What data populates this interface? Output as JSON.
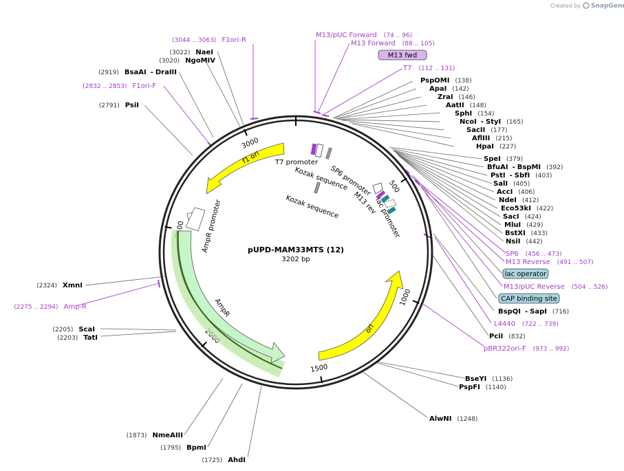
{
  "credit": {
    "prefix": "Created by",
    "brand": "SnapGene"
  },
  "plasmid": {
    "name": "pUPD-MAM33MTS (12)",
    "size_label": "3202 bp",
    "length": 3202
  },
  "ticks": [
    "500",
    "1000",
    "1500",
    "2000",
    "2500",
    "3000"
  ],
  "enzymes": [
    {
      "name": "PspOMI",
      "coord": "(138)"
    },
    {
      "name": "ApaI",
      "coord": "(142)"
    },
    {
      "name": "ZraI",
      "coord": "(146)"
    },
    {
      "name": "AatII",
      "coord": "(148)"
    },
    {
      "name": "SphI",
      "coord": "(154)"
    },
    {
      "name": "NcoI",
      "sep": "-",
      "name2": "StyI",
      "coord": "(165)"
    },
    {
      "name": "SacII",
      "coord": "(177)"
    },
    {
      "name": "AflIII",
      "coord": "(215)"
    },
    {
      "name": "HpaI",
      "coord": "(227)"
    },
    {
      "name": "SpeI",
      "coord": "(379)"
    },
    {
      "name": "BfuAI",
      "sep": "-",
      "name2": "BspMI",
      "coord": "(392)"
    },
    {
      "name": "PstI",
      "sep": "-",
      "name2": "SbfI",
      "coord": "(403)"
    },
    {
      "name": "SalI",
      "coord": "(405)"
    },
    {
      "name": "AccI",
      "coord": "(406)"
    },
    {
      "name": "NdeI",
      "coord": "(412)"
    },
    {
      "name": "Eco53kI",
      "coord": "(422)"
    },
    {
      "name": "SacI",
      "coord": "(424)"
    },
    {
      "name": "MluI",
      "coord": "(429)"
    },
    {
      "name": "BstXI",
      "coord": "(433)"
    },
    {
      "name": "NsiI",
      "coord": "(442)"
    },
    {
      "name": "BspQI",
      "sep": "-",
      "name2": "SapI",
      "coord": "(716)"
    },
    {
      "name": "PciI",
      "coord": "(832)"
    },
    {
      "name": "BseYI",
      "coord": "(1136)"
    },
    {
      "name": "PspFI",
      "coord": "(1140)"
    },
    {
      "name": "AlwNI",
      "coord": "(1248)"
    },
    {
      "name": "AhdI",
      "coord": "(1725)"
    },
    {
      "name": "BpmI",
      "coord": "(1795)"
    },
    {
      "name": "NmeAIII",
      "coord": "(1873)"
    },
    {
      "name": "TatI",
      "coord": "(2203)"
    },
    {
      "name": "ScaI",
      "coord": "(2205)"
    },
    {
      "name": "XmnI",
      "coord": "(2324)"
    },
    {
      "name": "PsiI",
      "coord": "(2791)"
    },
    {
      "name": "BsaAI",
      "sep": "-",
      "name2": "DraIII",
      "coord": "(2919)"
    },
    {
      "name": "NgoMIV",
      "coord": "(3020)"
    },
    {
      "name": "NaeI",
      "coord": "(3022)"
    }
  ],
  "primers": [
    {
      "name": "M13/pUC Forward",
      "coord": "(74 .. 96)"
    },
    {
      "name": "M13 Forward",
      "coord": "(88 .. 105)"
    },
    {
      "name": "T7",
      "coord": "(112 .. 131)"
    },
    {
      "name": "SP6",
      "coord": "(456 .. 473)"
    },
    {
      "name": "M13 Reverse",
      "coord": "(491 .. 507)"
    },
    {
      "name": "M13/pUC Reverse",
      "coord": "(504 .. 526)"
    },
    {
      "name": "L4440",
      "coord": "(722 .. 739)"
    },
    {
      "name": "pBR322ori-F",
      "coord": "(973 .. 992)"
    },
    {
      "name": "Amp-R",
      "coord": "(2275 .. 2294)"
    },
    {
      "name": "F1ori-F",
      "coord": "(2832 .. 2853)"
    },
    {
      "name": "F1ori-R",
      "coord": "(3044 .. 3063)"
    }
  ],
  "boxed_labels": [
    {
      "name": "M13 fwd",
      "color": "#dcb4ec"
    },
    {
      "name": "lac operator",
      "color": "#a9d4e0"
    },
    {
      "name": "CAP binding site",
      "color": "#a9d4e0"
    }
  ],
  "features": {
    "f1_ori": "f1 ori",
    "ampr_promoter": "AmpR promoter",
    "ampr": "AmpR",
    "ori": "ori",
    "t7_promoter": "T7 promoter",
    "kozak1": "Kozak sequence",
    "sp6_promoter": "SP6 promoter",
    "m13_rev": "M13 rev",
    "lac_promoter": "lac promoter",
    "kozak2": "Kozak sequence"
  },
  "colors": {
    "backbone": "#222222",
    "origin": "#ffff00",
    "resistance": "#c6f5c8",
    "primer": "#a43ccc",
    "promoter": "#ffffff",
    "operator": "#2b8596"
  }
}
